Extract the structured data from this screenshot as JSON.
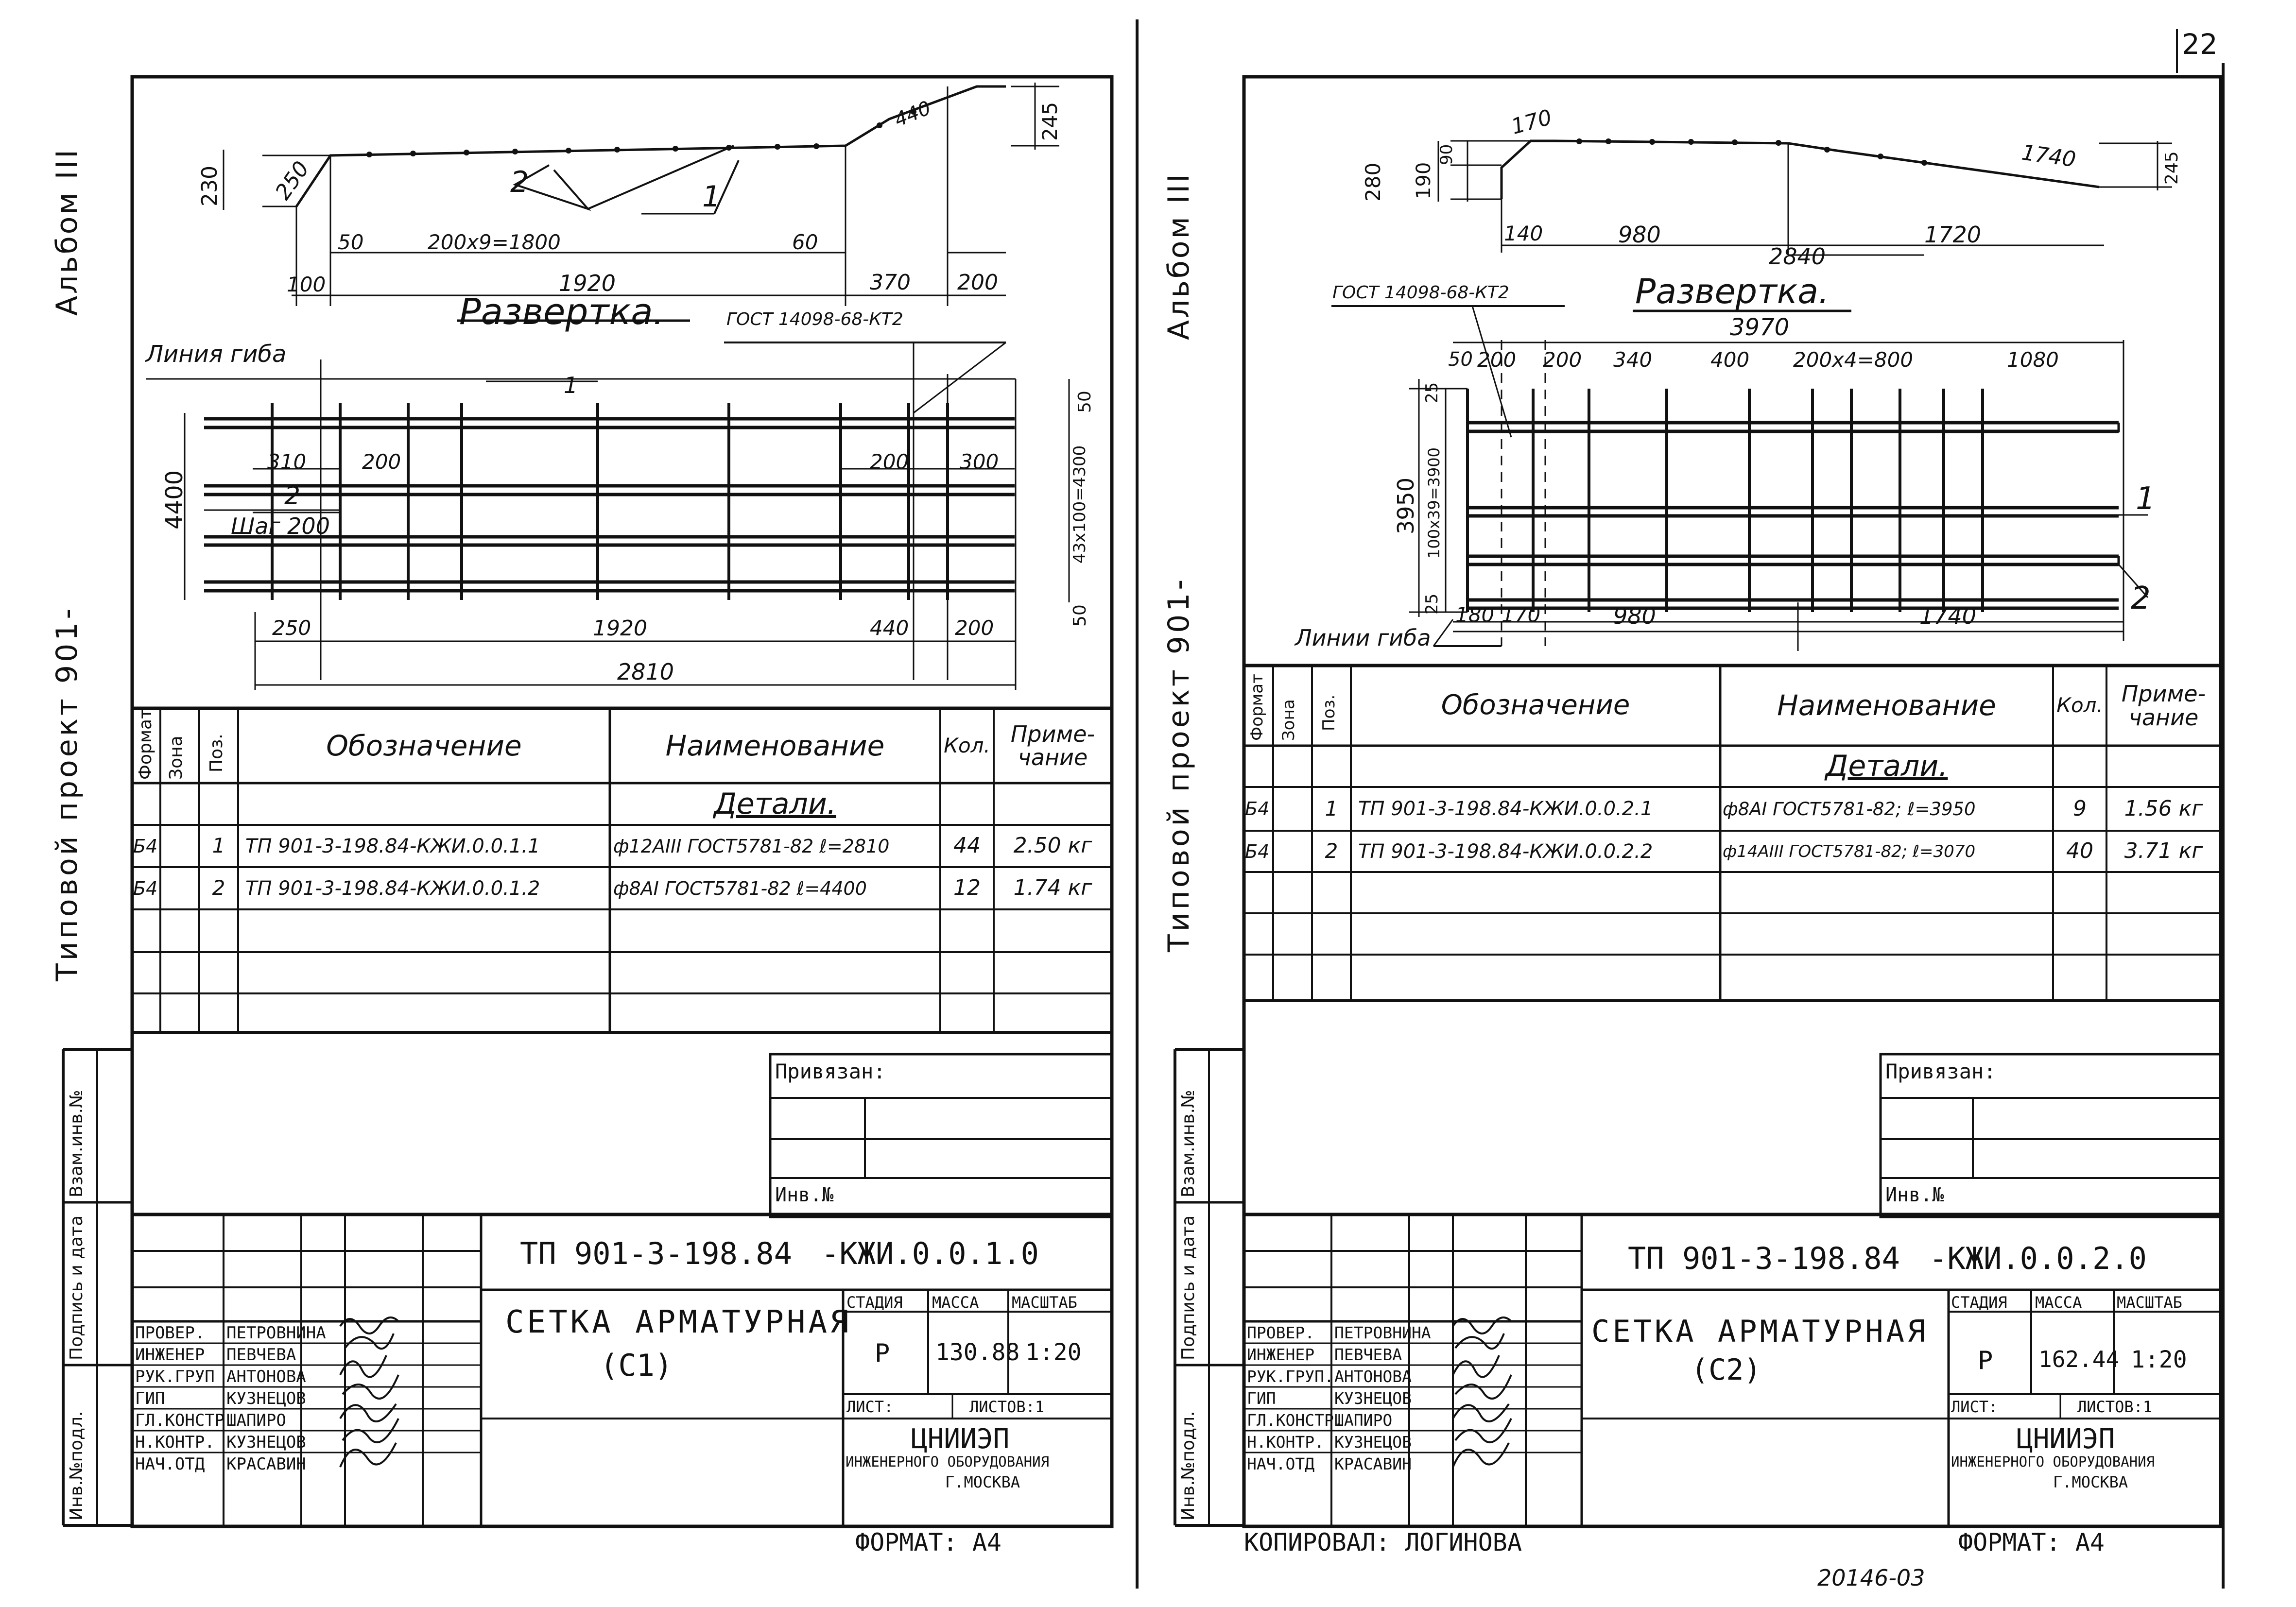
{
  "page_number": "22",
  "bottom_code": "20146-03",
  "copied_by": "Копировал: Логинова",
  "left": {
    "album": "Альбом III",
    "project": "Типовой проект 901-",
    "vert_labels": [
      "Инв.№подл.",
      "Подпись и дата",
      "Взам.инв.№"
    ],
    "drawing": {
      "dims_top": [
        "230",
        "250",
        "2",
        "1",
        "440",
        "245",
        "50",
        "200x9=1800",
        "60",
        "100",
        "1920",
        "370",
        "200"
      ],
      "razvertka": "Развертка.",
      "gost": "ГОСТ 14098-68-КТ2",
      "bend_line": "Линия гиба",
      "plan_dims": [
        "1",
        "50",
        "4400",
        "310",
        "200",
        "2",
        "Шаг 200",
        "200",
        "300",
        "43x100=4300",
        "50",
        "250",
        "1920",
        "440",
        "200",
        "2810"
      ]
    },
    "spec": {
      "headers": [
        "Формат",
        "Зона",
        "Поз.",
        "Обозначение",
        "Наименование",
        "Кол.",
        "Приме-чание"
      ],
      "section": "Детали.",
      "rows": [
        {
          "format": "Б4",
          "pos": "1",
          "code": "ТП 901-3-198.84-КЖИ.0.0.1.1",
          "name": "ф12АIII ГОСТ5781-82 ℓ=2810",
          "qty": "44",
          "note": "2.50 кг"
        },
        {
          "format": "Б4",
          "pos": "2",
          "code": "ТП 901-3-198.84-КЖИ.0.0.1.2",
          "name": "ф8АI ГОСТ5781-82 ℓ=4400",
          "qty": "12",
          "note": "1.74 кг"
        }
      ]
    },
    "bind": {
      "title": "Привязан:",
      "inv": "Инв.№"
    },
    "stamp": {
      "code": "ТП 901-3-198.84",
      "code2": "-КЖИ.0.0.1.0",
      "title": "Сетка арматурная",
      "subtitle": "(С1)",
      "roles": [
        "Провер.",
        "Инженер",
        "Рук.груп",
        "ГИП",
        "Гл.констр",
        "Н.контр.",
        "Нач.отд"
      ],
      "names": [
        "Петровнина",
        "Певчева",
        "Антонова",
        "Кузнецов",
        "Шапиро",
        "Кузнецов",
        "Красавин"
      ],
      "stage_h": "Стадия",
      "mass_h": "Масса",
      "scale_h": "Масштаб",
      "stage": "Р",
      "mass": "130.88",
      "scale": "1:20",
      "sheet": "Лист:",
      "sheets": "Листов:1",
      "org": "ЦНИИЭП",
      "org2": "инженерного оборудования",
      "city": "г.Москва",
      "format": "Формат: А4"
    }
  },
  "right": {
    "album": "Альбом III",
    "project": "Типовой проект 901-",
    "vert_labels": [
      "Инв.№подл.",
      "Подпись и дата",
      "Взам.инв.№"
    ],
    "drawing": {
      "dims_top": [
        "170",
        "280",
        "190",
        "90",
        "1740",
        "245",
        "140",
        "980",
        "2840",
        "1720"
      ],
      "gost": "ГОСТ 14098-68-КТ2",
      "razvertka": "Развертка.",
      "plan_dims": [
        "3970",
        "50",
        "200",
        "200",
        "340",
        "400",
        "200x4=800",
        "1080",
        "25",
        "3950",
        "100x39=3900",
        "1",
        "25",
        "2",
        "180",
        "170",
        "980",
        "1740"
      ],
      "bend_line": "Линии гиба"
    },
    "spec": {
      "headers": [
        "Формат",
        "Зона",
        "Поз.",
        "Обозначение",
        "Наименование",
        "Кол.",
        "Приме-чание"
      ],
      "section": "Детали.",
      "rows": [
        {
          "format": "Б4",
          "pos": "1",
          "code": "ТП 901-3-198.84-КЖИ.0.0.2.1",
          "name": "ф8АI ГОСТ5781-82; ℓ=3950",
          "qty": "9",
          "note": "1.56 кг"
        },
        {
          "format": "Б4",
          "pos": "2",
          "code": "ТП 901-3-198.84-КЖИ.0.0.2.2",
          "name": "ф14АIII ГОСТ5781-82; ℓ=3070",
          "qty": "40",
          "note": "3.71 кг"
        }
      ]
    },
    "bind": {
      "title": "Привязан:",
      "inv": "Инв.№"
    },
    "stamp": {
      "code": "ТП 901-3-198.84",
      "code2": "-КЖИ.0.0.2.0",
      "title": "Сетка арматурная",
      "subtitle": "(С2)",
      "roles": [
        "Провер.",
        "Инженер",
        "Рук.груп.",
        "ГИП",
        "Гл.констр.",
        "Н.контр.",
        "Нач.отд"
      ],
      "names": [
        "Петровнина",
        "Певчева",
        "Антонова",
        "Кузнецов",
        "Шапиро",
        "Кузнецов",
        "Красавин"
      ],
      "stage_h": "Стадия",
      "mass_h": "Масса",
      "scale_h": "Масштаб",
      "stage": "Р",
      "mass": "162.44",
      "scale": "1:20",
      "sheet": "Лист:",
      "sheets": "Листов:1",
      "org": "ЦНИИЭП",
      "org2": "инженерного оборудования",
      "city": "г.Москва",
      "format": "Формат: А4"
    }
  }
}
